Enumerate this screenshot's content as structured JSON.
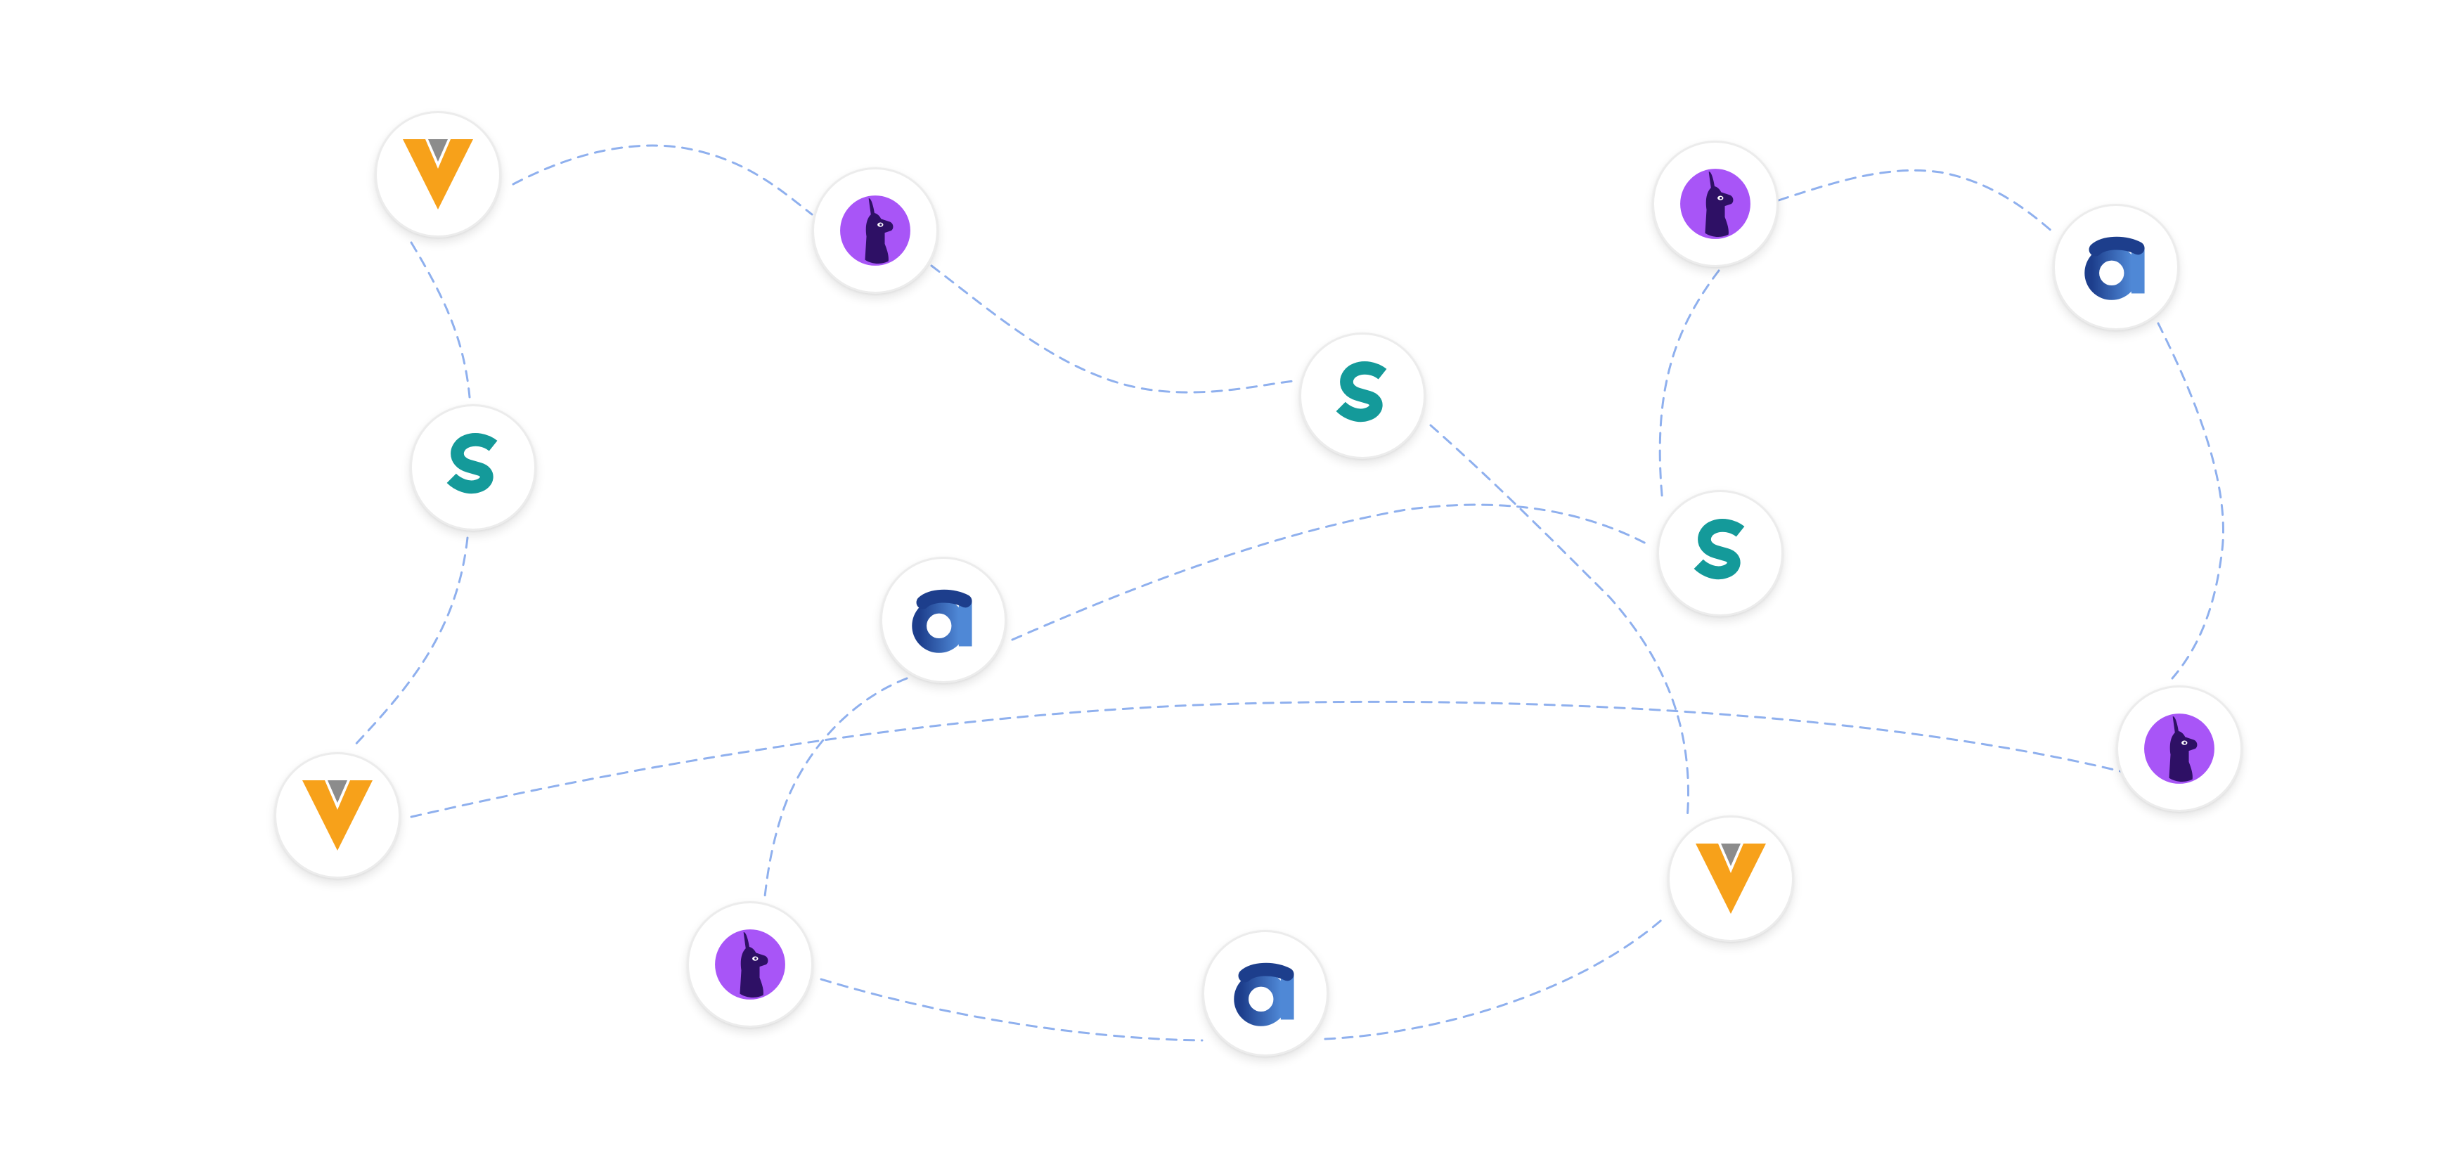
{
  "diagram": {
    "node_types": {
      "v": {
        "icon": "orange-v-logo-icon",
        "colors": {
          "outer": "#f7a11a",
          "inner": "#8c8c8c"
        }
      },
      "s": {
        "icon": "teal-s-logo-icon",
        "colors": {
          "letter": "#149a9a"
        }
      },
      "a": {
        "icon": "blue-a-logo-icon",
        "colors": {
          "dark": "#1d3e8c",
          "light": "#4f88d6"
        }
      },
      "l": {
        "icon": "purple-llama-logo-icon",
        "colors": {
          "circle": "#a855f7",
          "animal": "#2e1065"
        }
      }
    },
    "edge_color": "#8fb0ee",
    "nodes": [
      {
        "id": "n1",
        "type": "v"
      },
      {
        "id": "n2",
        "type": "l"
      },
      {
        "id": "n3",
        "type": "s"
      },
      {
        "id": "n4",
        "type": "s"
      },
      {
        "id": "n5",
        "type": "l"
      },
      {
        "id": "n6",
        "type": "a"
      },
      {
        "id": "n7",
        "type": "s"
      },
      {
        "id": "n8",
        "type": "a"
      },
      {
        "id": "n9",
        "type": "v"
      },
      {
        "id": "n10",
        "type": "l"
      },
      {
        "id": "n11",
        "type": "l"
      },
      {
        "id": "n12",
        "type": "a"
      },
      {
        "id": "n13",
        "type": "v"
      }
    ],
    "edges": [
      {
        "from": "n1",
        "to": "n2"
      },
      {
        "from": "n1",
        "to": "n3"
      },
      {
        "from": "n3",
        "to": "n9"
      },
      {
        "from": "n2",
        "to": "n4"
      },
      {
        "from": "n4",
        "to": "n13"
      },
      {
        "from": "n5",
        "to": "n6"
      },
      {
        "from": "n5",
        "to": "n7"
      },
      {
        "from": "n6",
        "to": "n11"
      },
      {
        "from": "n8",
        "to": "n7"
      },
      {
        "from": "n8",
        "to": "n10"
      },
      {
        "from": "n9",
        "to": "n11"
      },
      {
        "from": "n10",
        "to": "n12"
      },
      {
        "from": "n12",
        "to": "n13"
      }
    ]
  }
}
